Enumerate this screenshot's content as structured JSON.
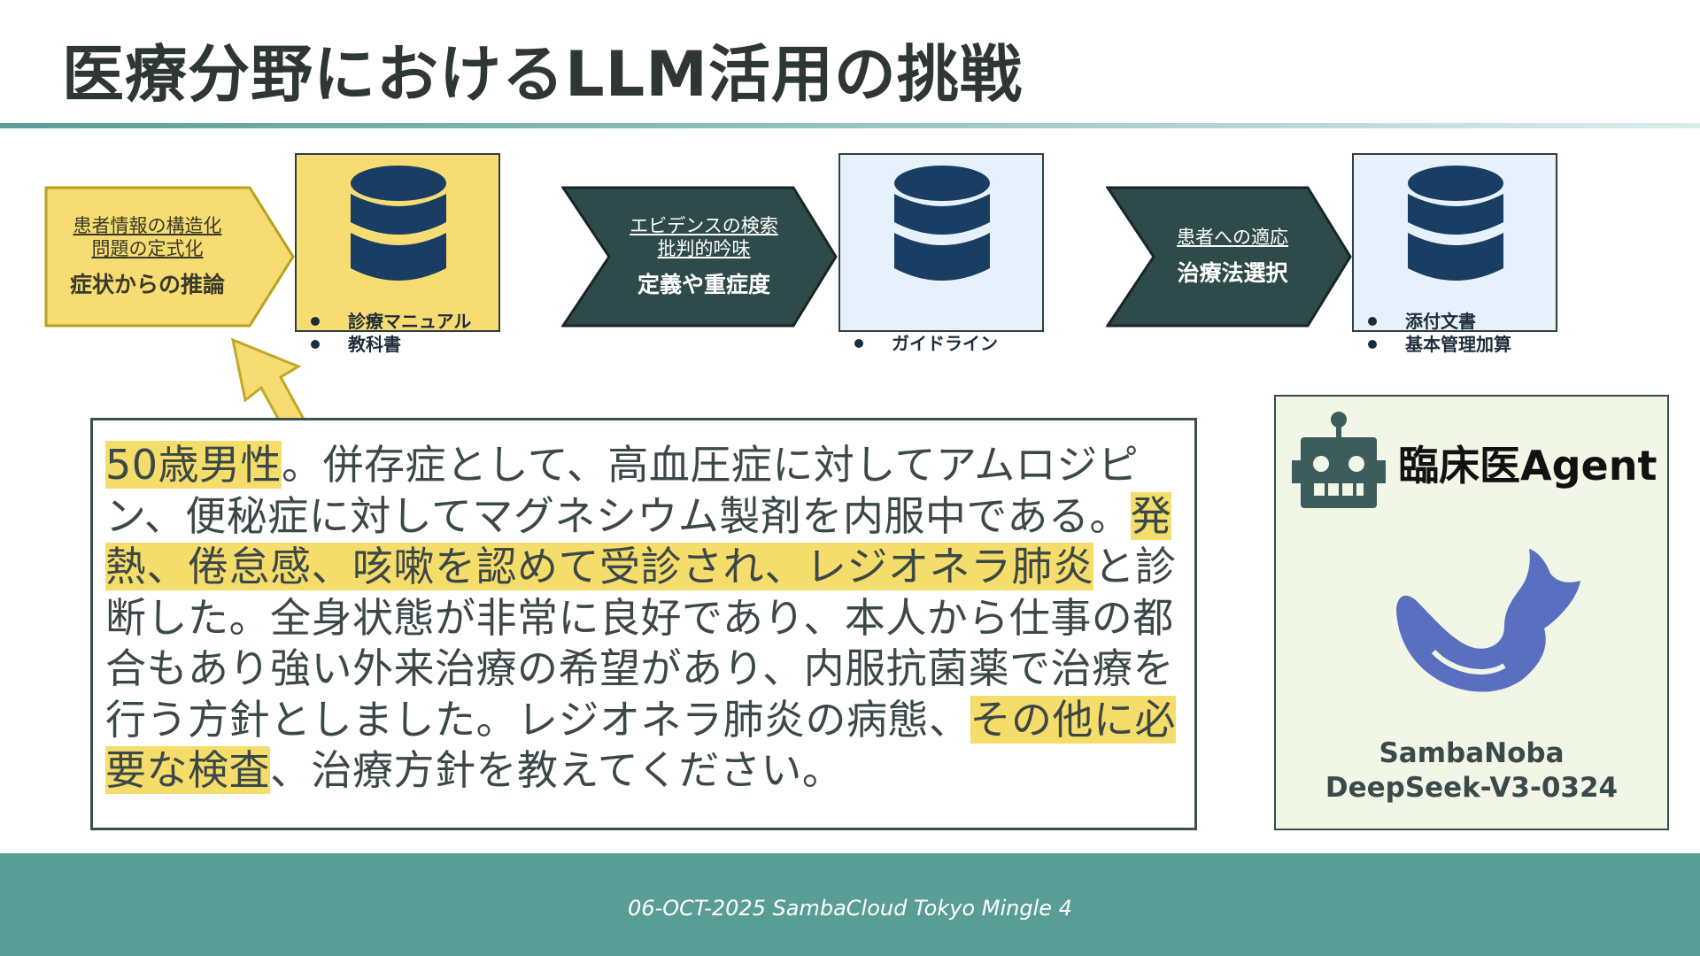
{
  "slide": {
    "title": "医療分野におけるLLM活用の挑戦"
  },
  "steps": [
    {
      "sub1": "患者情報の構造化",
      "sub2": "問題の定式化",
      "main": "症状からの推論"
    },
    {
      "sub1": "エビデンスの検索",
      "sub2": "批判的吟味",
      "main": "定義や重症度"
    },
    {
      "sub1": "患者への適応",
      "main": "治療法選択"
    }
  ],
  "sources": [
    {
      "items": [
        "診療マニュアル",
        "教科書"
      ]
    },
    {
      "items": [
        "ガイドライン"
      ]
    },
    {
      "items": [
        "添付文書",
        "基本管理加算"
      ]
    }
  ],
  "question": {
    "hl1": "50歳男性",
    "t1": "。併存症として、高血圧症に対してアムロジピン、便秘症に対してマグネシウム製剤を内服中である。",
    "hl2": "発熱、倦怠感、咳嗽を認めて受診され、レジオネラ肺炎",
    "t2": "と診断した。全身状態が非常に良好であり、本人から仕事の都合もあり強い外来治療の希望があり、内服抗菌薬で治療を行う方針としました。レジオネラ肺炎の病態、",
    "hl3": "その他に必要な検査",
    "t3": "、治療方針を教えてください。"
  },
  "agent": {
    "title": "臨床医Agent",
    "model_line1": "SambaNoba",
    "model_line2": "DeepSeek-V3-0324",
    "icons": [
      "robot-icon",
      "deepseek-whale-logo"
    ]
  },
  "footer": {
    "text": "06-OCT-2025 SambaCloud Tokyo Mingle 4"
  },
  "colors": {
    "accent_teal": "#5a9d96",
    "dark_teal": "#2f4a4a",
    "highlight_yellow": "#f5dd6b",
    "db_navy": "#1a3d63",
    "whale_blue": "#5a6fc0"
  }
}
